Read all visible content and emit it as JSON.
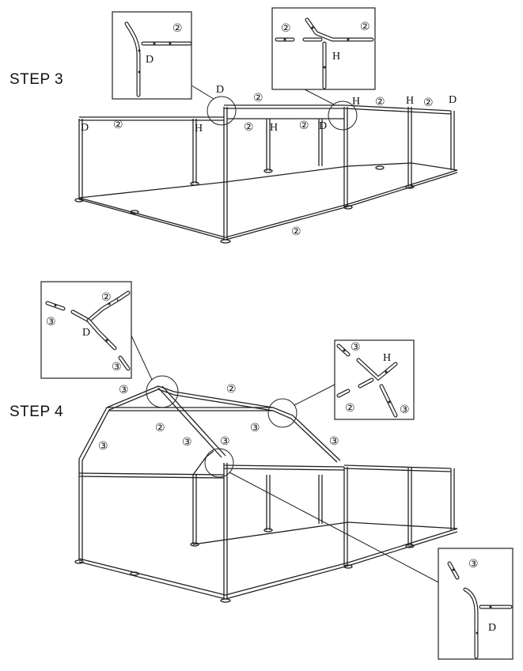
{
  "steps": [
    {
      "title": "STEP 3"
    },
    {
      "title": "STEP 4"
    }
  ],
  "parts": {
    "corner": "D",
    "tee": "H",
    "pipe2": "②",
    "pipe3": "③"
  }
}
